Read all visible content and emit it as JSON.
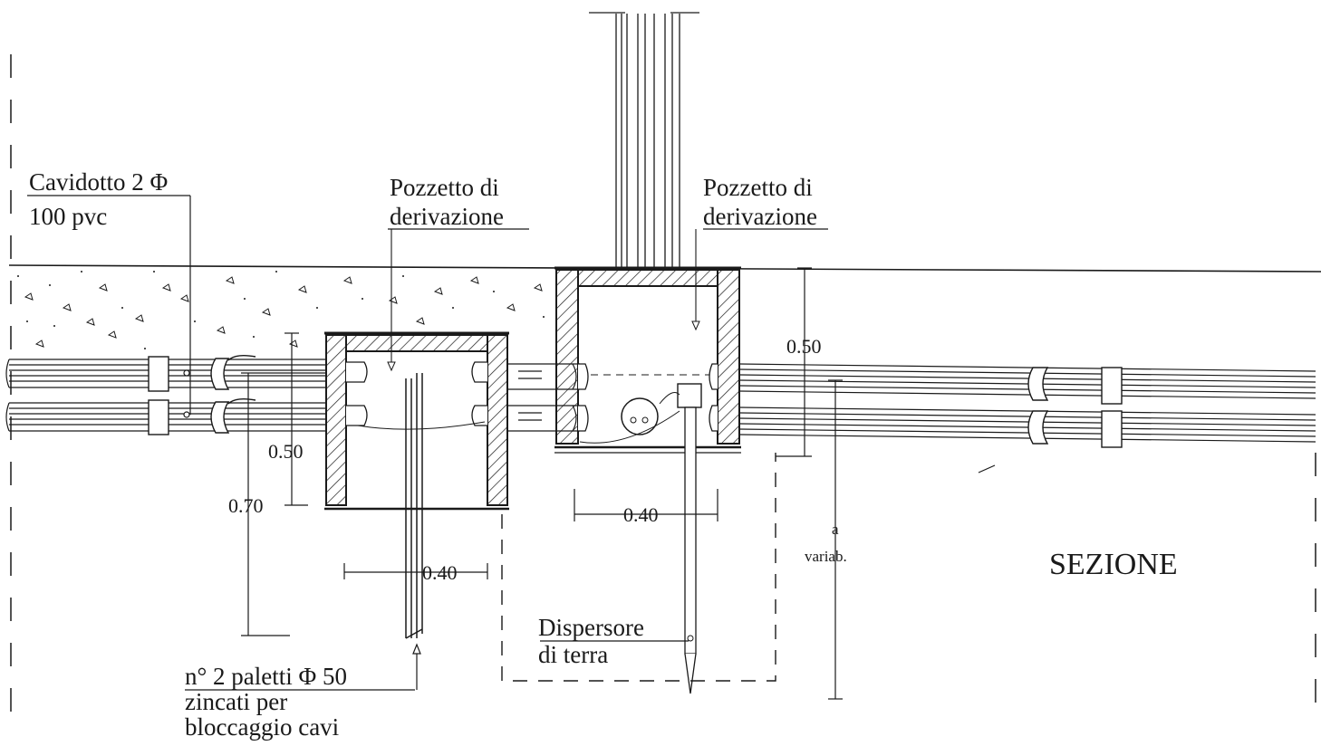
{
  "labels": {
    "cavidotto_line1": "Cavidotto 2 Φ",
    "cavidotto_line2": "100 pvc",
    "pozzetto_left_line1": "Pozzetto di",
    "pozzetto_left_line2": "derivazione",
    "pozzetto_right_line1": "Pozzetto di",
    "pozzetto_right_line2": "derivazione",
    "dispersore_line1": "Dispersore",
    "dispersore_line2": "di terra",
    "paletti_line1": "n° 2 paletti Φ 50",
    "paletti_line2": "zincati per",
    "paletti_line3": "bloccaggio cavi",
    "variab_line1": "a",
    "variab_line2": "variab.",
    "section_title": "SEZIONE"
  },
  "dimensions": {
    "dim_left_050": "0.50",
    "dim_left_070": "0.70",
    "dim_left_040": "0.40",
    "dim_mid_040": "0.40",
    "dim_right_050": "0.50"
  },
  "colors": {
    "ink": "#1a1a1a",
    "paper": "#ffffff"
  }
}
